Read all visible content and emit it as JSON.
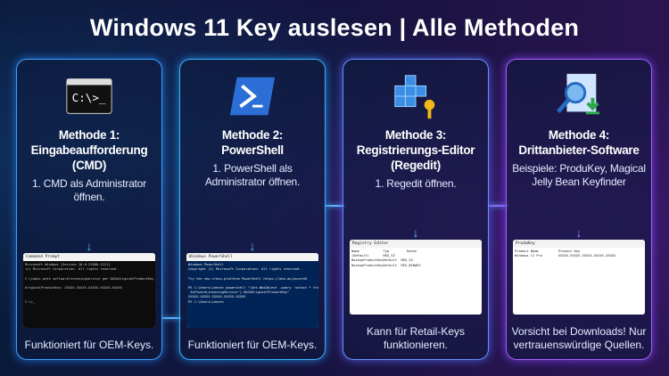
{
  "title": "Windows 11 Key auslesen | Alle Methoden",
  "colors": {
    "accent_blue": "#3aa0ff",
    "accent_purple": "#a060ff"
  },
  "methods": [
    {
      "icon": "cmd-icon",
      "heading": "Methode 1:\nEingabeaufforderung\n(CMD)",
      "step": "1. CMD als Administrator öffnen.",
      "window_title": "Command Prompt",
      "window_lines": "Microsoft Windows [Version 10.0.22000.1211]\n(c) Microsoft Corporation. All rights reserved.\n\nC:\\>wmic path softwarelicensingservice get OA3xOriginalProductKey\n\nOriginalProductKey: XXXXX-XXXXX-XXXXX-XXXXX-XXXXX\n\n\nC:\\>_",
      "footer": "Funktioniert für OEM-Keys."
    },
    {
      "icon": "powershell-icon",
      "heading": "Methode 2:\nPowerShell",
      "step": "1. PowerShell als Administrator öffnen.",
      "window_title": "Windows PowerShell",
      "window_lines": "Windows PowerShell\nCopyright (C) Microsoft Corporation. All rights reserved.\n\nTry the new cross-platform PowerShell https://aka.ms/pscore6\n\nPS C:\\Users\\Leech> powershell \"(Get-WmiObject -query 'select * from\n SoftwareLicensingService').OA3xOriginalProductKey\"\nXXXXX-XXXXX-XXXXX-XXXXX-XXXXX\nPS C:\\Users\\Leech>",
      "footer": "Funktioniert für OEM-Keys."
    },
    {
      "icon": "regedit-icon",
      "heading": "Methode 3:\nRegistrierungs-Editor\n(Regedit)",
      "step": "1. Regedit öffnen.",
      "window_title": "Registry Editor",
      "window_lines": "Name            Typ         Daten\n(Default)       REG_SZ\nBackupProductKeyDefault  REG_SZ\nBackupProductKeyDefault  REG_BINARY",
      "footer": "Kann für Retail-Keys funktionieren."
    },
    {
      "icon": "key-finder-icon",
      "heading": "Methode 4:\nDrittanbieter-Software",
      "step": "Beispiele: ProduKey, Magical Jelly Bean Keyfinder",
      "window_title": "ProduKey",
      "window_lines": "Product Name          Product Key\nWindows 11 Pro        XXXXX-XXXXX-XXXXX-XXXXX-XXXXX",
      "footer": "Vorsicht bei Downloads! Nur vertrauenswürdige Quellen."
    }
  ]
}
